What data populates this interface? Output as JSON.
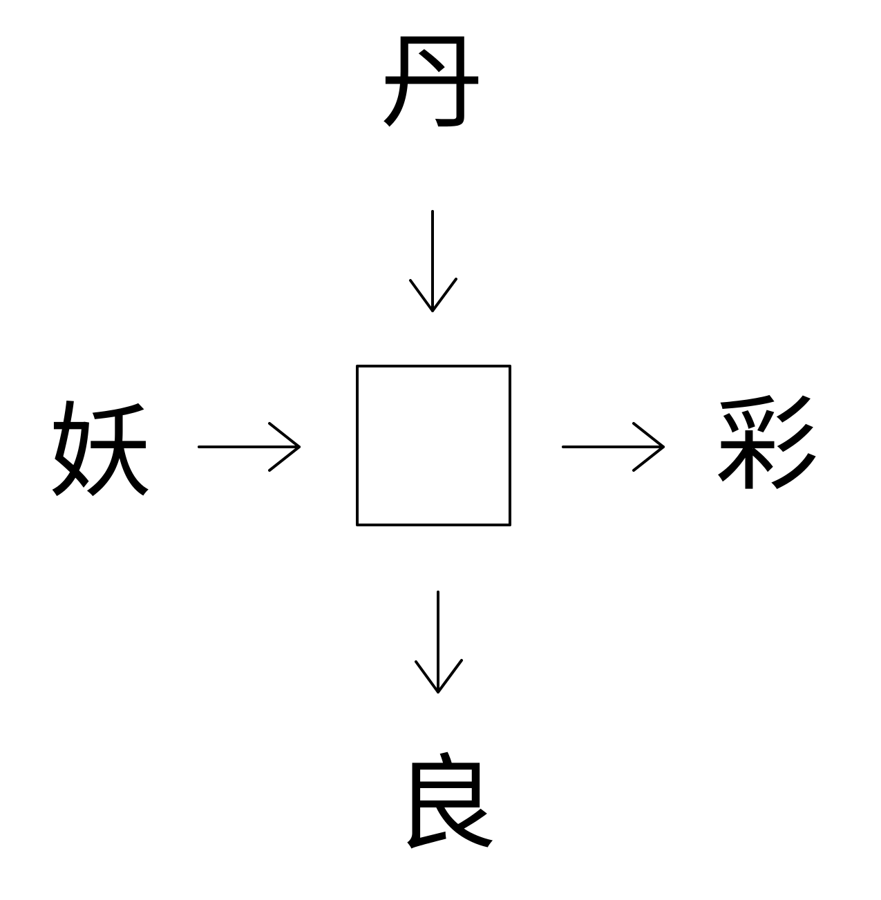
{
  "puzzle": {
    "top_char": "丹",
    "left_char": "妖",
    "right_char": "彩",
    "bottom_char": "良",
    "center_box": ""
  },
  "colors": {
    "stroke": "#000000",
    "background": "#ffffff"
  }
}
